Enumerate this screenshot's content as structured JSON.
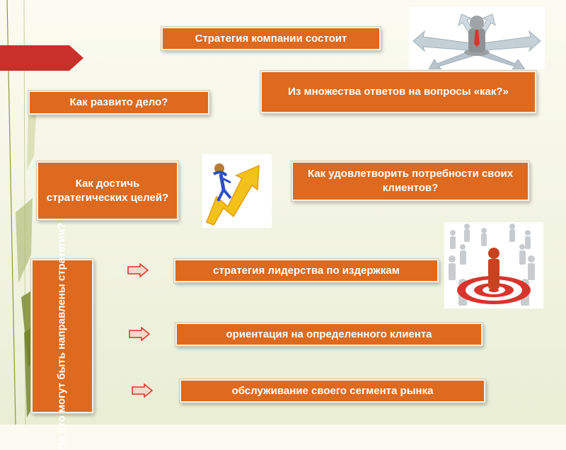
{
  "slide": {
    "title_box": "Стратегия компании состоит",
    "answers_box": "Из множества ответов на вопросы «как?»",
    "q_business": "Как развито дело?",
    "q_goals": "Как достичь стратегических целей?",
    "q_clients": "Как удовлетворить потребности своих клиентов?",
    "side_label": "На что могут быть направлены стратегии?",
    "options": [
      "стратегия лидерства по издержкам",
      "ориентация на определенного клиента",
      "обслуживание своего сегмента рынка"
    ]
  },
  "icons": {
    "top_image": "businessman-crossroads-arrows-icon",
    "middle_image": "figure-climbing-arrow-icon",
    "right_image": "target-crowd-icon",
    "bullet": "right-arrow-icon"
  },
  "colors": {
    "box_fill": "#dd6a1e",
    "box_text": "#ffffff",
    "accent_red": "#d9342b",
    "decor_green": "#7e8d2f"
  }
}
